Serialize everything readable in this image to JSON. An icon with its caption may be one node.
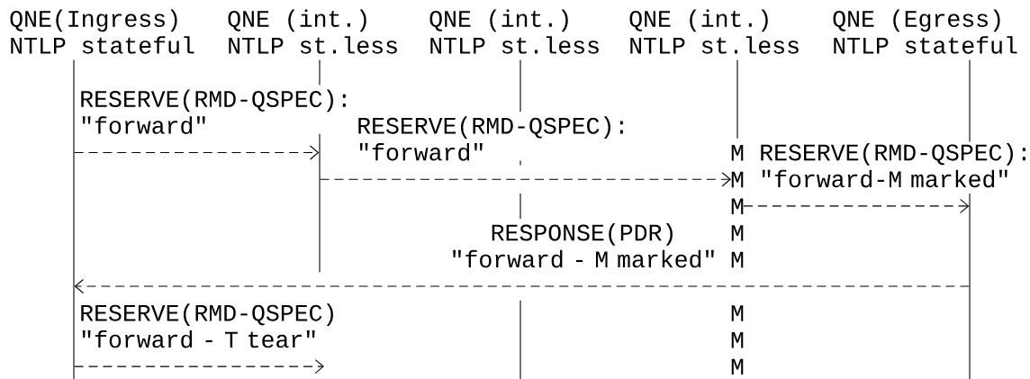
{
  "diagram": {
    "nodes": [
      {
        "text": [
          "QNE(Ingress)",
          "NTLP stateful"
        ]
      },
      {
        "text": [
          "QNE (int.)",
          "NTLP st.less"
        ]
      },
      {
        "text": [
          "QNE (int.)",
          "NTLP st.less"
        ]
      },
      {
        "text": [
          "QNE (int.)",
          "NTLP st.less"
        ]
      },
      {
        "text": [
          "QNE (Egress)",
          "NTLP stateful"
        ]
      }
    ],
    "edges": [
      {
        "from": 0,
        "to": 1,
        "arrow": "to",
        "label": "RESERVE(RMD-QSPEC): \"forward\""
      },
      {
        "from": 1,
        "to": 3,
        "arrow": "to",
        "label": "RESERVE(RMD-QSPEC): \"forward\""
      },
      {
        "from": 3,
        "to": 4,
        "arrow": "to",
        "label": "RESERVE(RMD-QSPEC): \"forward-M marked\""
      },
      {
        "from": 4,
        "to": 0,
        "arrow": "to",
        "label": "RESPONSE(PDR) \"forward - M marked\""
      },
      {
        "from": 0,
        "to": null,
        "arrow": "to",
        "label": "RESERVE(RMD-QSPEC) \"forward - T tear\""
      }
    ],
    "labels": [
      "M",
      "M",
      "M",
      "M",
      "M",
      "M",
      "M",
      "M"
    ]
  }
}
